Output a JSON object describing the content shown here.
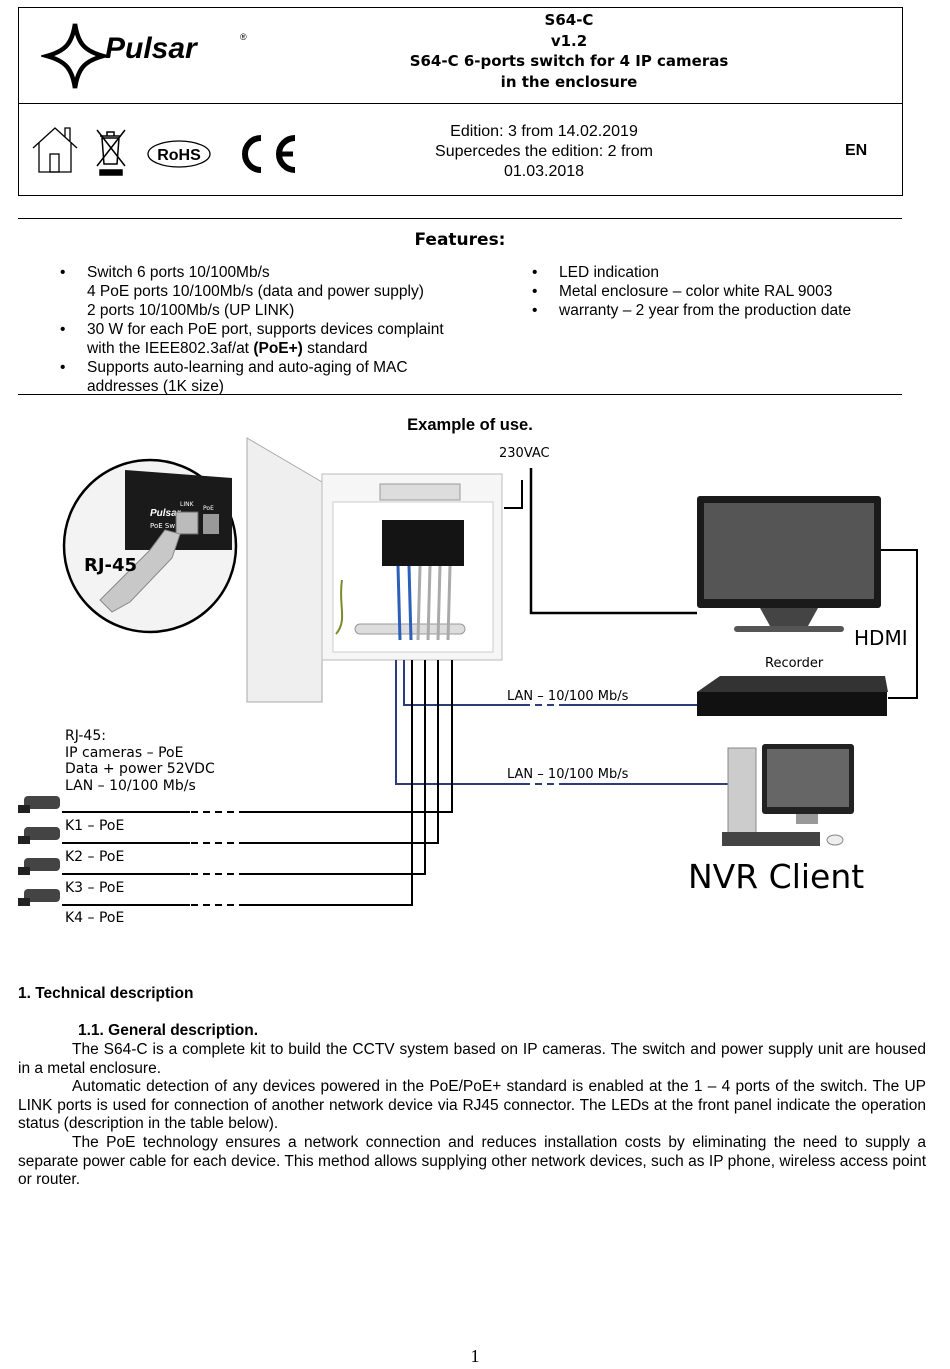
{
  "header": {
    "logo_text": "Pulsar",
    "logo_reg": "®",
    "title_lines": [
      "S64-C",
      "v1.2",
      "S64-C 6-ports switch for 4 IP cameras",
      "in the enclosure"
    ],
    "edition_line1": "Edition: 3 from 14.02.2019",
    "edition_line2": "Supercedes the edition: 2 from 01.03.2018",
    "language": "EN",
    "rohs_label": "RoHS",
    "icons": [
      "house-icon",
      "weee-bin-icon",
      "rohs-badge-icon",
      "ce-mark-icon"
    ]
  },
  "features": {
    "title": "Features:",
    "left": [
      {
        "main": "Switch 6 ports 10/100Mb/s",
        "subs": [
          "4 PoE ports 10/100Mb/s (data and power supply)",
          "2 ports 10/100Mb/s (UP LINK)"
        ]
      },
      {
        "main_prefix": "30 W for each PoE port, supports devices complaint",
        "main_cont": "with the IEEE802.3af/at ",
        "main_bold": "(PoE+)",
        "main_suffix": " standard"
      },
      {
        "main": "Supports auto-learning and auto-aging of MAC",
        "cont": "addresses (1K size)"
      }
    ],
    "right": [
      "LED indication",
      "Metal enclosure – color white RAL 9003",
      "warranty – 2 year from the production date"
    ]
  },
  "example": {
    "title": "Example of use.",
    "power_label": "230VAC",
    "hdmi_label": "HDMI",
    "recorder_label": "Recorder",
    "lan_label_1": "LAN – 10/100 Mb/s",
    "lan_label_2": "LAN – 10/100 Mb/s",
    "rj45_callout": "RJ-45",
    "switch_brand": "Pulsar",
    "switch_label": "PoE Switch",
    "switch_port_labels": [
      "LINK",
      "PoE"
    ],
    "rj45_info": [
      "RJ-45:",
      "IP cameras – PoE",
      "Data + power 52VDC",
      "LAN – 10/100 Mb/s"
    ],
    "camera_labels": [
      "K1 – PoE",
      "K2 – PoE",
      "K3 – PoE",
      "K4 – PoE"
    ],
    "nvr_label": "NVR Client"
  },
  "section": {
    "heading": "1. Technical description",
    "subheading": "1.1. General description.",
    "paragraphs": [
      "The S64-C is a complete kit to build the CCTV system based on IP cameras. The switch and power supply unit are housed in a metal enclosure.",
      "Automatic detection of any devices powered in the PoE/PoE+ standard is enabled at the 1 – 4 ports of the switch. The UP LINK ports is used for connection of another network device via RJ45 connector. The LEDs at the front panel indicate the operation status (description in the table below).",
      "The PoE technology ensures a network connection and reduces installation costs by eliminating the need to supply a separate power cable for each device. This method allows supplying other network devices, such as IP phone, wireless access point or router."
    ]
  },
  "page_number": "1"
}
